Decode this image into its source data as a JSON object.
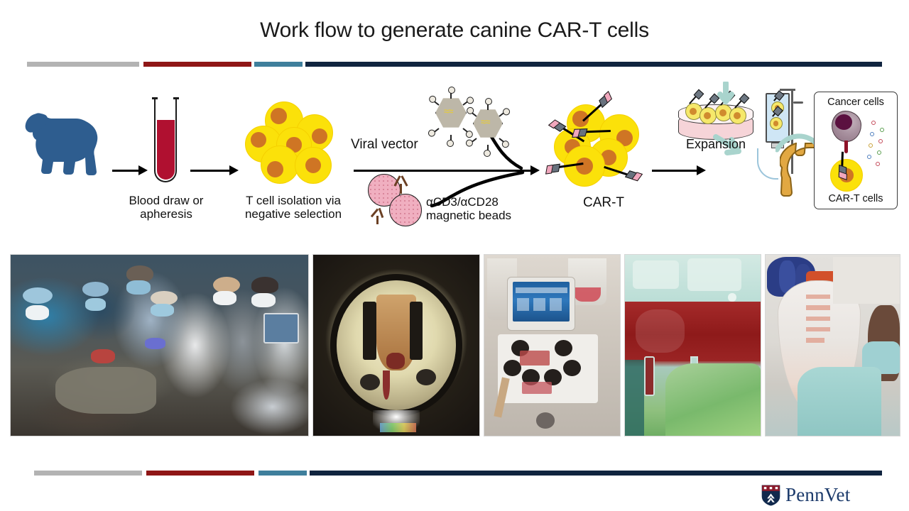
{
  "slide": {
    "title": "Work flow to generate canine CAR-T cells",
    "accent_colors": {
      "gray": "#b3b3b3",
      "dark_red": "#8f1616",
      "steel_blue": "#3f7f9c",
      "navy": "#10243f",
      "penn_blue": "#1b3a6b",
      "penn_red": "#990000"
    }
  },
  "diagram": {
    "steps": [
      {
        "id": "dog-source",
        "label": "",
        "icon": "dog-silhouette-icon"
      },
      {
        "id": "blood-draw",
        "label": "Blood draw or\napheresis",
        "icon": "blood-tube-icon"
      },
      {
        "id": "t-cell-isolation",
        "label": "T cell isolation via\nnegative selection",
        "icon": "t-cell-cluster-icon"
      },
      {
        "id": "transduction",
        "label": "",
        "icon": "viral-vector-icon"
      },
      {
        "id": "car-t-product",
        "label": "CAR-T",
        "icon": "car-t-cell-cluster-icon"
      },
      {
        "id": "expansion",
        "label": "Expansion",
        "icon": "petri-dish-icon"
      },
      {
        "id": "infusion",
        "label": "",
        "icon": "iv-drip-dog-icon"
      }
    ],
    "annotations": {
      "viral_vector": "Viral vector",
      "beads": "αCD3/αCD28\nmagnetic beads",
      "car_t": "CAR-T",
      "expansion": "Expansion"
    },
    "callout": {
      "cancer_cells": "Cancer cells",
      "car_t_cells": "CAR-T cells"
    }
  },
  "photo_strip": {
    "photos": [
      {
        "id": "photo-apheresis-team",
        "caption": "Clinical team performing canine apheresis"
      },
      {
        "id": "photo-centrifuge-bowl",
        "caption": "Apheresis centrifuge bowl close-up"
      },
      {
        "id": "photo-apheresis-machine",
        "caption": "Apheresis machine with monitor"
      },
      {
        "id": "photo-blood-bag",
        "caption": "Blood collection bag"
      },
      {
        "id": "photo-cell-culture-bag",
        "caption": "Gloved hand holding cell culture bag"
      }
    ]
  },
  "logo": {
    "name": "PennVet",
    "shield_alt": "penn-shield-icon"
  }
}
